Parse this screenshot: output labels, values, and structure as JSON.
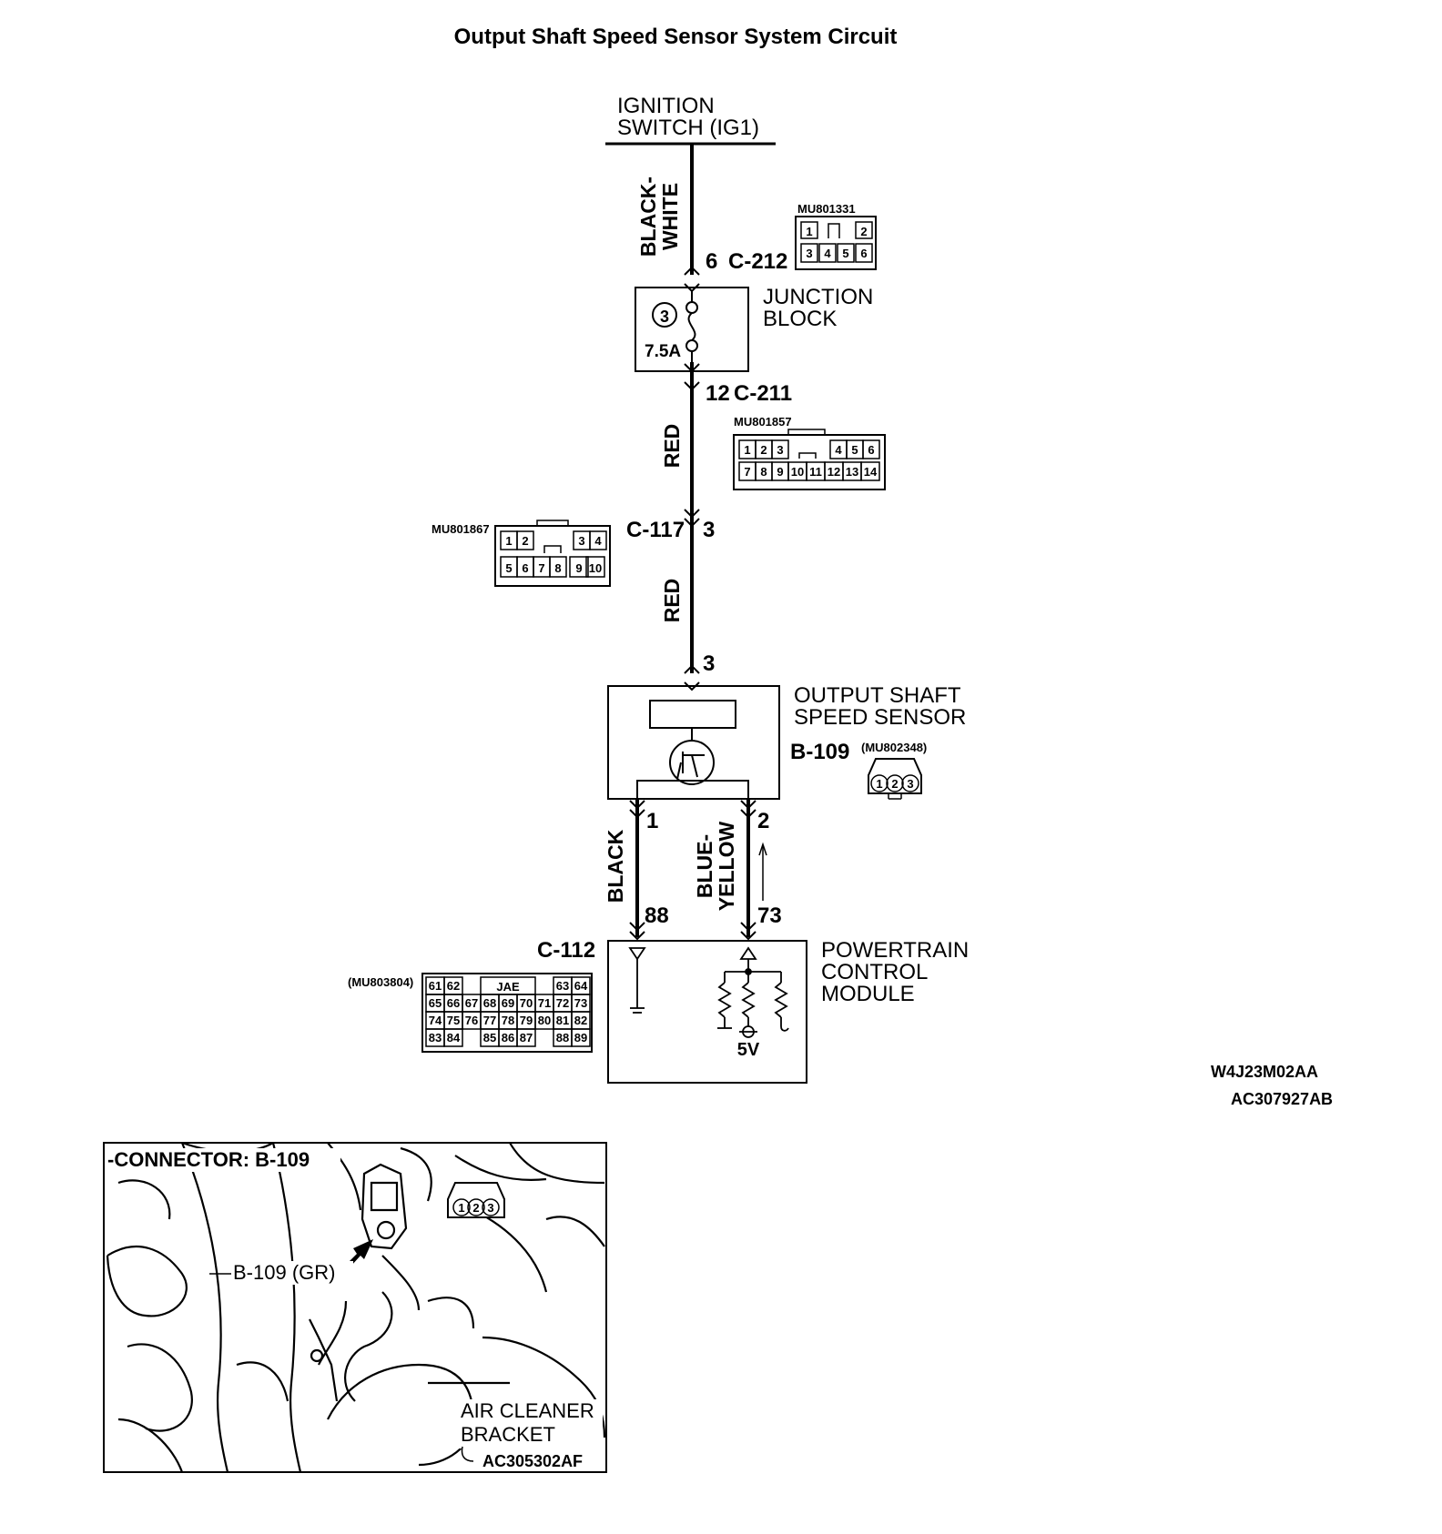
{
  "title": "Output Shaft Speed Sensor System Circuit",
  "ignition": {
    "line1": "IGNITION",
    "line2": "SWITCH (IG1)"
  },
  "wires": {
    "black_white": {
      "line1": "BLACK-",
      "line2": "WHITE"
    },
    "red_upper": "RED",
    "red_lower": "RED",
    "black": "BLACK",
    "blue_yellow": {
      "line1": "BLUE-",
      "line2": "YELLOW"
    }
  },
  "connectors": {
    "c212": {
      "pin": "6",
      "code": "C-212",
      "part": "MU801331",
      "cells": [
        "1",
        "2",
        "3",
        "4",
        "5",
        "6"
      ]
    },
    "c211": {
      "pin": "12",
      "code": "C-211",
      "part": "MU801857",
      "cells": [
        "1",
        "2",
        "3",
        "4",
        "5",
        "6",
        "7",
        "8",
        "9",
        "10",
        "11",
        "12",
        "13",
        "14"
      ]
    },
    "c117": {
      "pin": "3",
      "code": "C-117",
      "part": "MU801867",
      "cells": [
        "1",
        "2",
        "3",
        "4",
        "5",
        "6",
        "7",
        "8",
        "9",
        "10"
      ]
    },
    "b109": {
      "code": "B-109",
      "part": "(MU802348)",
      "cells": [
        "1",
        "2",
        "3"
      ]
    },
    "c112": {
      "code": "C-112",
      "part": "(MU803804)",
      "maker": "JAE",
      "rows": [
        [
          "61",
          "62",
          "63",
          "64"
        ],
        [
          "65",
          "66",
          "67",
          "68",
          "69",
          "70",
          "71",
          "72",
          "73"
        ],
        [
          "74",
          "75",
          "76",
          "77",
          "78",
          "79",
          "80",
          "81",
          "82"
        ],
        [
          "83",
          "84",
          "85",
          "86",
          "87",
          "88",
          "89"
        ]
      ]
    }
  },
  "junction_block": {
    "line1": "JUNCTION",
    "line2": "BLOCK",
    "fuse_number": "3",
    "fuse_rating": "7.5A"
  },
  "sensor": {
    "line1": "OUTPUT SHAFT",
    "line2": "SPEED SENSOR",
    "pin_top": "3",
    "pin_left": "1",
    "pin_right": "2"
  },
  "pcm": {
    "line1": "POWERTRAIN",
    "line2": "CONTROL",
    "line3": "MODULE",
    "pin_left": "88",
    "pin_right": "73",
    "voltage": "5V"
  },
  "refs": {
    "ref1": "W4J23M02AA",
    "ref2": "AC307927AB"
  },
  "photo": {
    "heading": "-CONNECTOR: B-109",
    "callout": "B-109 (GR)",
    "label_line1": "AIR CLEANER",
    "label_line2": "BRACKET",
    "ref": "AC305302AF",
    "cells": [
      "1",
      "2",
      "3"
    ]
  }
}
